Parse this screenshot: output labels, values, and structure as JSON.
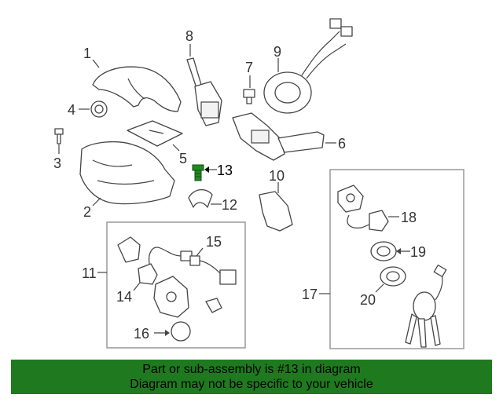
{
  "diagram": {
    "callouts": {
      "c1": "1",
      "c2": "2",
      "c3": "3",
      "c4": "4",
      "c5": "5",
      "c6": "6",
      "c7": "7",
      "c8": "8",
      "c9": "9",
      "c10": "10",
      "c11": "11",
      "c12": "12",
      "c13": "13",
      "c14": "14",
      "c15": "15",
      "c16": "16",
      "c17": "17",
      "c18": "18",
      "c19": "19",
      "c20": "20"
    },
    "highlight_callout": "13",
    "colors": {
      "highlight_part": "#1f8a1f",
      "banner_background": "#1f7a1f",
      "line_art": "#444444",
      "group_box": "#999999"
    }
  },
  "banner": {
    "line1": "Part or sub-assembly is #13 in diagram",
    "line2": "Diagram may not be specific to your vehicle"
  }
}
